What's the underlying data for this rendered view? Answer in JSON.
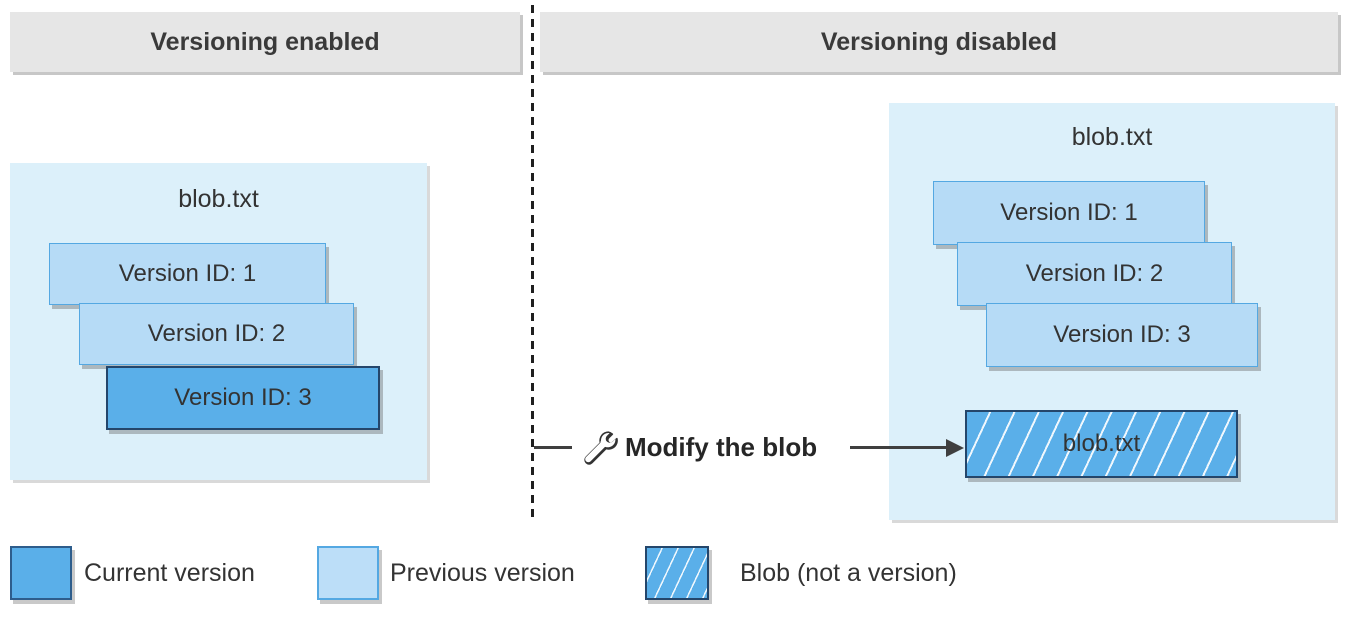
{
  "headers": {
    "left": "Versioning enabled",
    "right": "Versioning disabled"
  },
  "left_panel": {
    "title": "blob.txt",
    "versions": [
      {
        "label": "Version ID: 1",
        "type": "previous"
      },
      {
        "label": "Version ID: 2",
        "type": "previous"
      },
      {
        "label": "Version ID: 3",
        "type": "current"
      }
    ]
  },
  "right_panel": {
    "title": "blob.txt",
    "versions": [
      {
        "label": "Version ID: 1",
        "type": "previous"
      },
      {
        "label": "Version ID: 2",
        "type": "previous"
      },
      {
        "label": "Version ID: 3",
        "type": "previous"
      }
    ],
    "blob_label": "blob.txt"
  },
  "action": {
    "icon": "wrench-icon",
    "label": "Modify the blob"
  },
  "legend": {
    "items": [
      {
        "swatch": "current",
        "label": "Current version"
      },
      {
        "swatch": "previous",
        "label": "Previous version"
      },
      {
        "swatch": "blob-hatched",
        "label": "Blob (not a version)"
      }
    ]
  },
  "colors": {
    "current_fill": "#5aafe9",
    "current_border": "#24466b",
    "previous_fill": "#b6dbf6",
    "previous_border": "#54a8e2",
    "container_fill": "#dcf0fa",
    "header_fill": "#e6e6e6",
    "hatch_line": "#ffffff",
    "text": "#333333",
    "line": "#3f3f3f"
  }
}
